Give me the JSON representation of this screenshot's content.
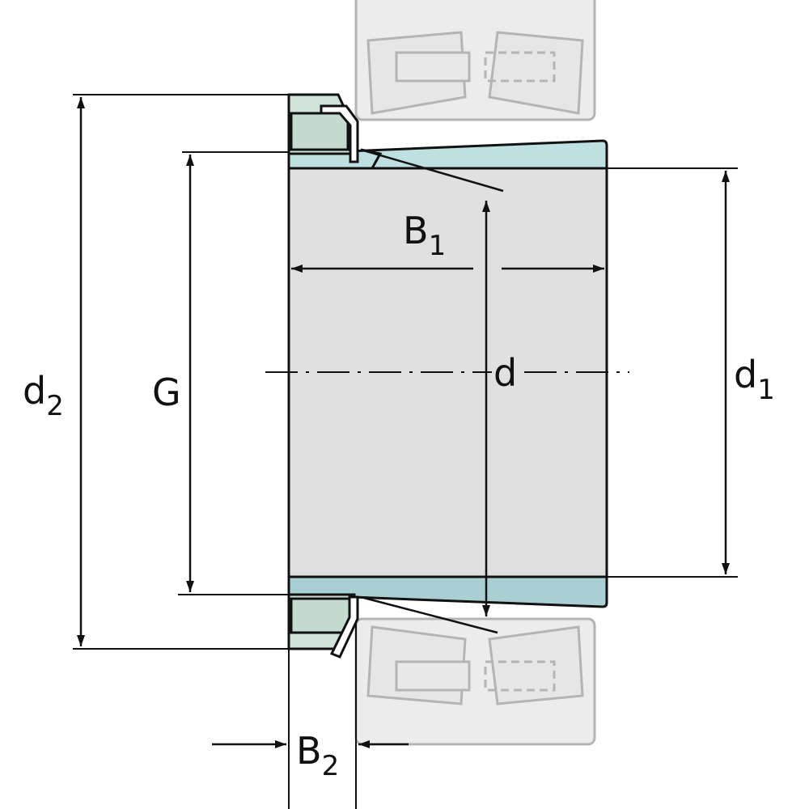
{
  "labels": {
    "d2": {
      "main": "d",
      "sub": "2"
    },
    "G": {
      "main": "G"
    },
    "B1": {
      "main": "B",
      "sub": "1"
    },
    "d": {
      "main": "d"
    },
    "d1": {
      "main": "d",
      "sub": "1"
    },
    "B2": {
      "main": "B",
      "sub": "2"
    }
  },
  "colors": {
    "shaft": "#e0e0e0",
    "sleeve": "#bfe0e0",
    "nut": "#cfe3db",
    "bearing": "#ececec",
    "bearing_outline": "#b4b4b4",
    "line": "#111111"
  }
}
